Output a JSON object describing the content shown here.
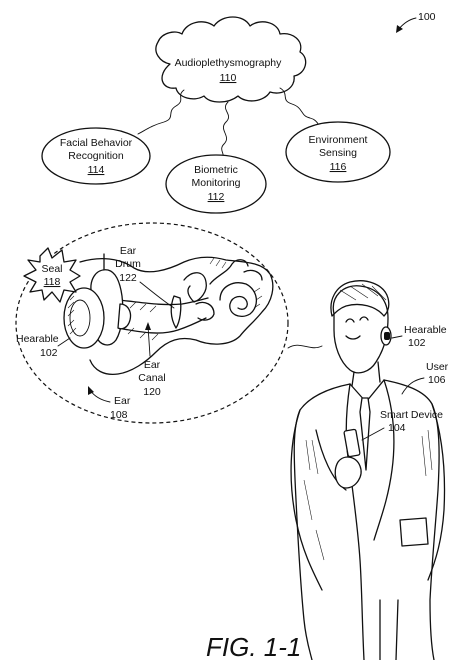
{
  "figure": {
    "ref_number": "100",
    "caption": "FIG. 1-1"
  },
  "nodes": {
    "audioplethysmography": {
      "label": "Audioplethysmography",
      "ref": "110"
    },
    "facial_behavior": {
      "label_line1": "Facial Behavior",
      "label_line2": "Recognition",
      "ref": "114"
    },
    "biometric": {
      "label_line1": "Biometric",
      "label_line2": "Monitoring",
      "ref": "112"
    },
    "environment": {
      "label_line1": "Environment",
      "label_line2": "Sensing",
      "ref": "116"
    }
  },
  "ear_detail": {
    "seal": {
      "label": "Seal",
      "ref": "118"
    },
    "ear_drum": {
      "label_line1": "Ear",
      "label_line2": "Drum",
      "ref": "122"
    },
    "hearable": {
      "label": "Hearable",
      "ref": "102"
    },
    "ear_canal": {
      "label_line1": "Ear",
      "label_line2": "Canal",
      "ref": "120"
    },
    "ear": {
      "label": "Ear",
      "ref": "108"
    }
  },
  "person": {
    "hearable": {
      "label": "Hearable",
      "ref": "102"
    },
    "user": {
      "label": "User",
      "ref": "106"
    },
    "smart_device": {
      "label": "Smart Device",
      "ref": "104"
    }
  }
}
